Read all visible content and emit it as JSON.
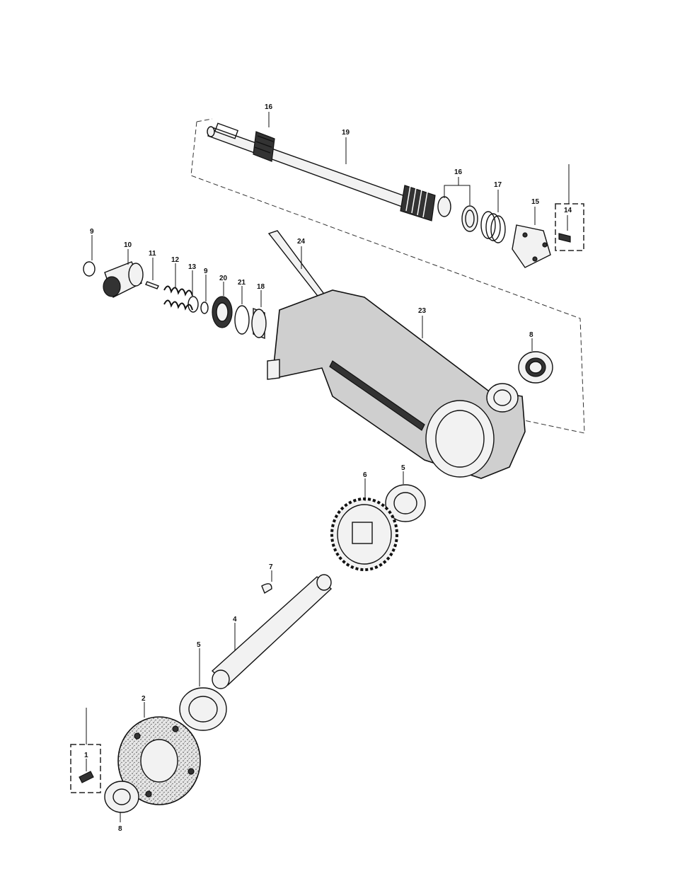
{
  "labels": {
    "l1": "1",
    "l2": "2",
    "l4": "4",
    "l5a": "5",
    "l5b": "5",
    "l6": "6",
    "l7": "7",
    "l8a": "8",
    "l8b": "8",
    "l9a": "9",
    "l9b": "9",
    "l10": "10",
    "l11": "11",
    "l12": "12",
    "l13": "13",
    "l14": "14",
    "l15": "15",
    "l16a": "16",
    "l16b": "16",
    "l17": "17",
    "l18": "18",
    "l19": "19",
    "l20": "20",
    "l21": "21",
    "l23": "23",
    "l24": "24"
  }
}
